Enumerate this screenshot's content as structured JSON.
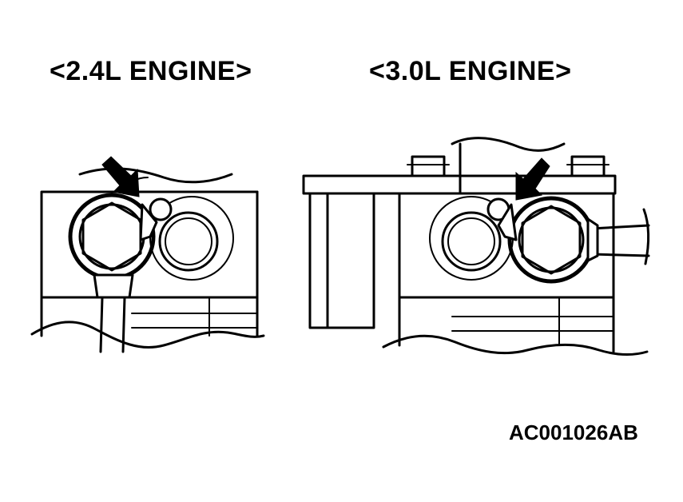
{
  "labels": {
    "left_engine": "<2.4L ENGINE>",
    "right_engine": "<3.0L ENGINE>",
    "figure_code": "AC001026AB"
  },
  "icons": {
    "left_arrow": "arrow-icon",
    "right_arrow": "arrow-icon"
  },
  "colors": {
    "ink": "#000000",
    "paper": "#ffffff"
  }
}
